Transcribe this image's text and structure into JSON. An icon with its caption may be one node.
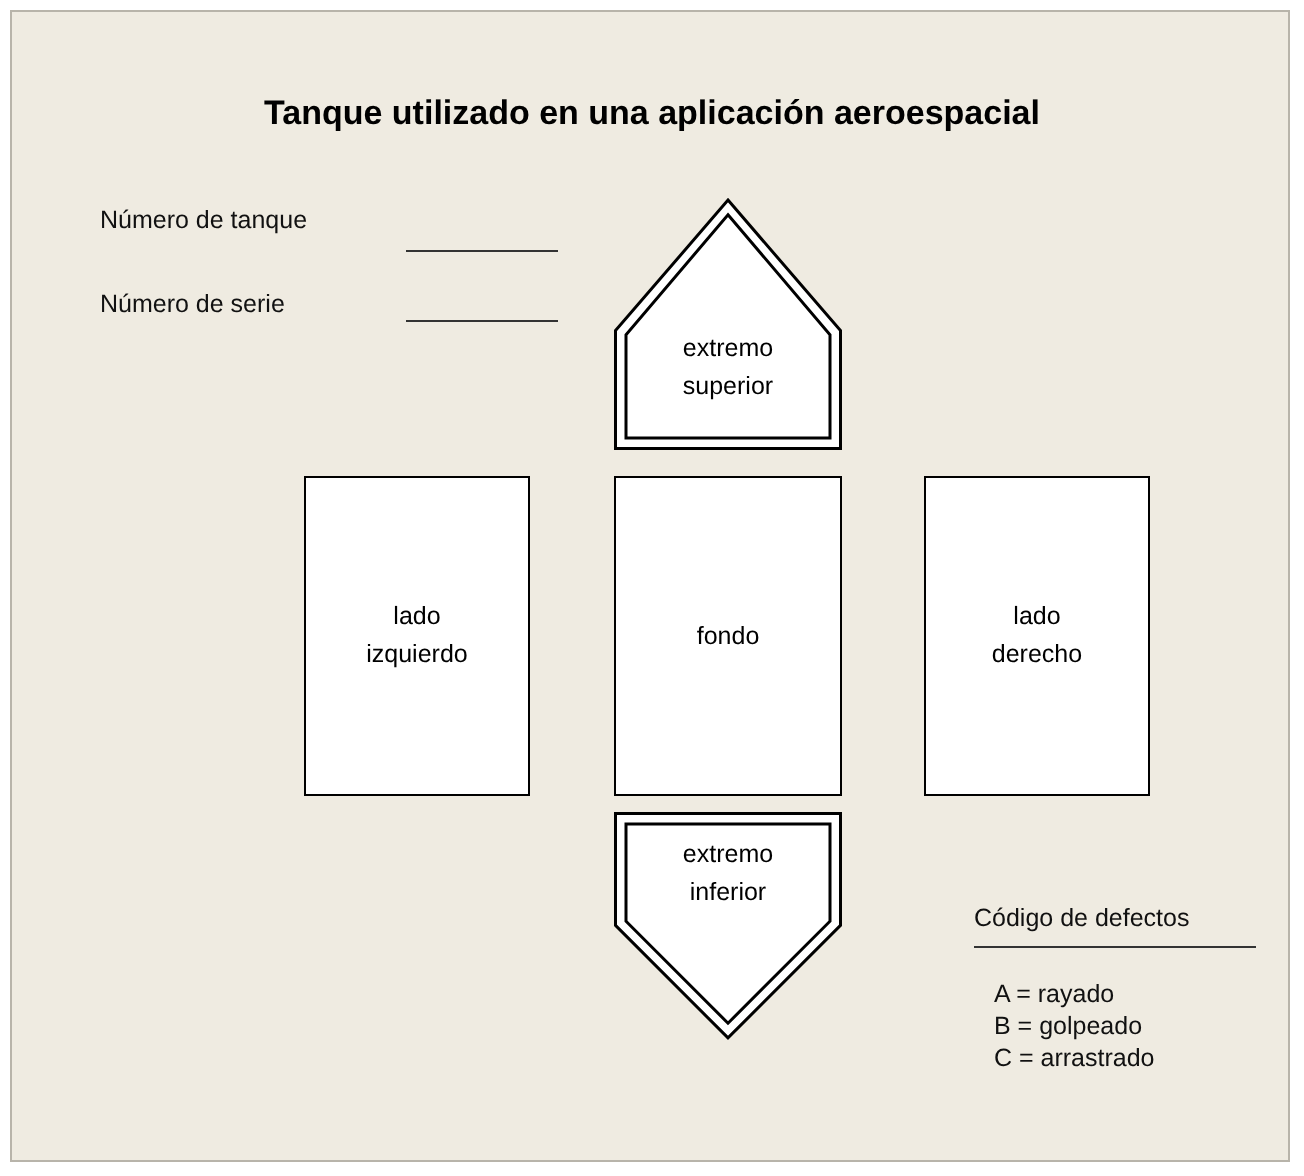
{
  "diagram": {
    "title": "Tanque utilizado en una aplicación aeroespacial",
    "nodes": [
      {
        "text": [
          "extremo superior"
        ]
      },
      {
        "text": [
          "lado izquierdo"
        ]
      },
      {
        "text": [
          "fondo"
        ]
      },
      {
        "text": [
          "lado derecho"
        ]
      },
      {
        "text": [
          "extremo inferior"
        ]
      }
    ],
    "labels": [
      "Número de tanque",
      "Número de serie",
      "Código de defectos",
      "A = rayado",
      "B = golpeado",
      "C = arrastrado"
    ]
  }
}
